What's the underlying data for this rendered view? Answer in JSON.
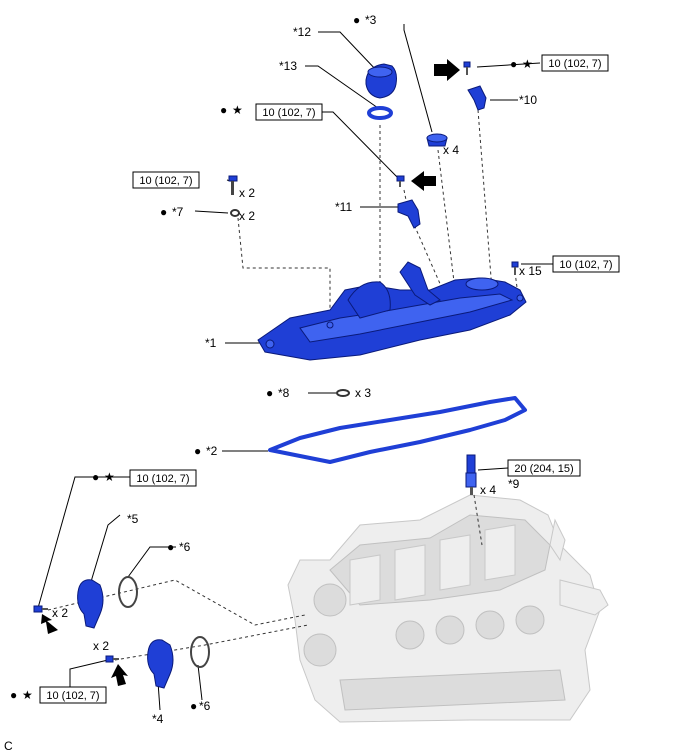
{
  "labels": {
    "l12": "*12",
    "l3": "*3",
    "l13": "*13",
    "l10": "*10",
    "l11": "*11",
    "l7": "*7",
    "l1": "*1",
    "l8": "*8",
    "l2": "*2",
    "l9": "*9",
    "l5": "*5",
    "l6a": "*6",
    "l6b": "*6",
    "l4": "*4"
  },
  "quantities": {
    "q3": "x 4",
    "q_bolt_left": "x 2",
    "q7": "x 2",
    "q15": "x 15",
    "q8": "x 3",
    "q9": "x 4",
    "q5": "x 2",
    "q4": "x 2"
  },
  "torque": {
    "t_top_right": "10 (102, 7)",
    "t_mid": "10 (102, 7)",
    "t_left": "10 (102, 7)",
    "t_right": "10 (102, 7)",
    "t_spark": "20 (204, 15)",
    "t_lower_left": "10 (102, 7)",
    "t_bottom": "10 (102, 7)"
  },
  "symbols": {
    "dot": "●",
    "star": "★"
  },
  "corner_code": "C",
  "colors": {
    "part_blue": "#1f3fd6",
    "ghost_gray": "#eeeeee"
  }
}
